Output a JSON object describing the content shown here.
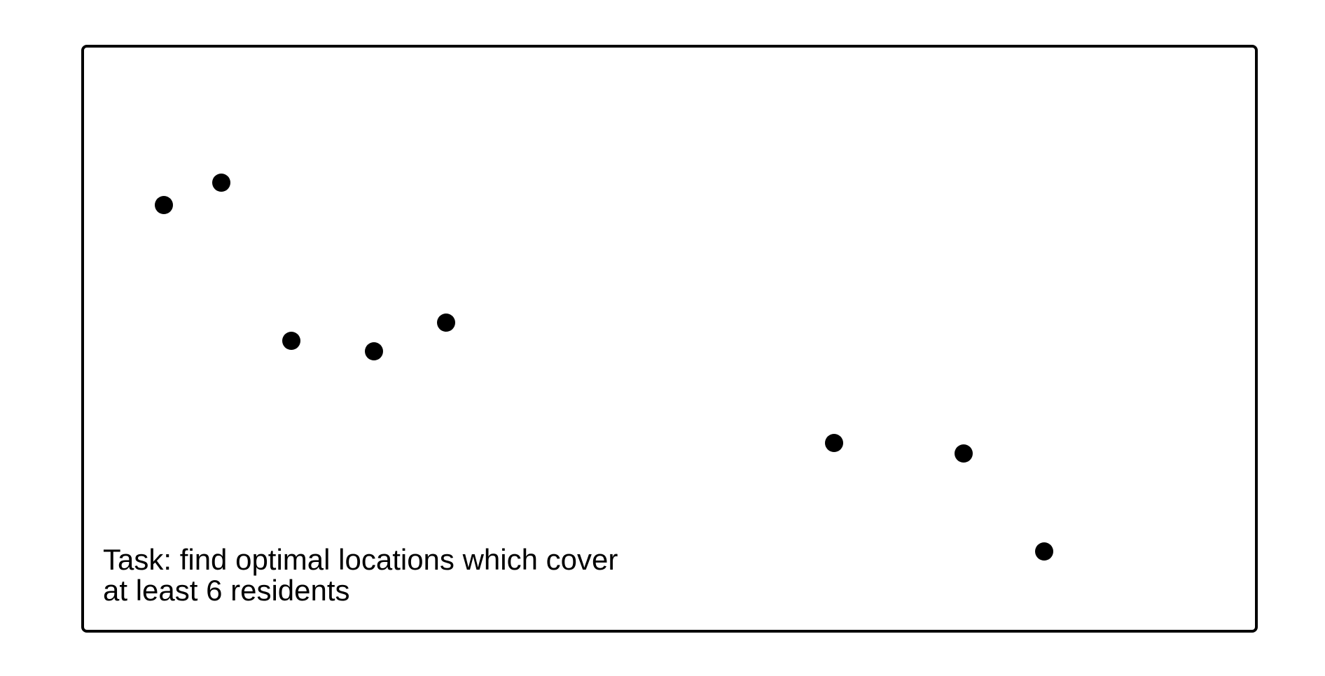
{
  "diagram": {
    "border_color": "#000000",
    "point_color": "#000000",
    "task_lines": [
      "Task: find optimal locations which cover",
      "at least 6 residents"
    ],
    "residents": [
      {
        "id": "resident-1",
        "icon": "resident-dot"
      },
      {
        "id": "resident-2",
        "icon": "resident-dot"
      },
      {
        "id": "resident-3",
        "icon": "resident-dot"
      },
      {
        "id": "resident-4",
        "icon": "resident-dot"
      },
      {
        "id": "resident-5",
        "icon": "resident-dot"
      },
      {
        "id": "resident-6",
        "icon": "resident-dot"
      },
      {
        "id": "resident-7",
        "icon": "resident-dot"
      },
      {
        "id": "resident-8",
        "icon": "resident-dot"
      }
    ]
  }
}
